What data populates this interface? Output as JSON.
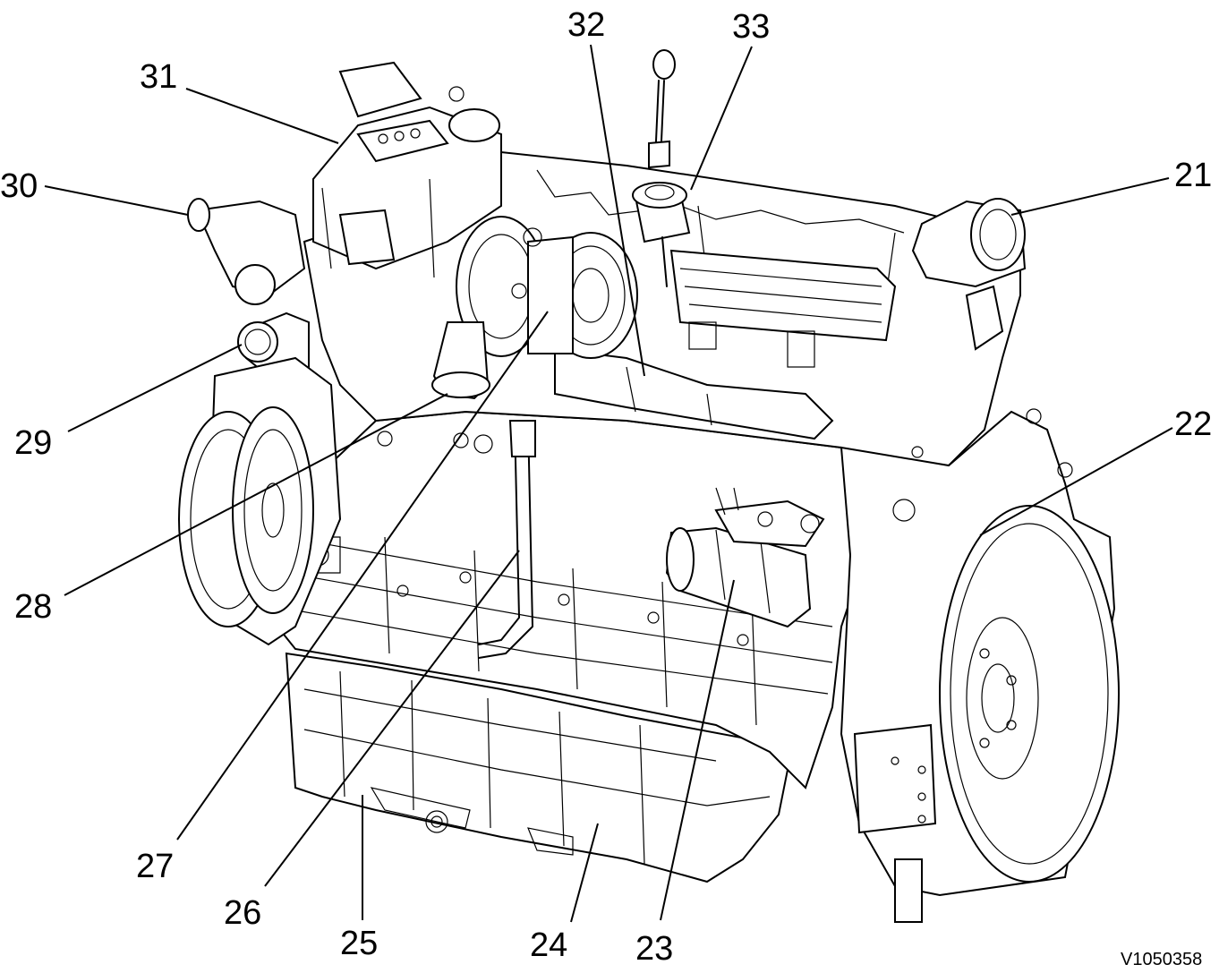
{
  "diagram": {
    "document_id": "V1050358",
    "callouts": [
      {
        "id": "21",
        "label": "21"
      },
      {
        "id": "22",
        "label": "22"
      },
      {
        "id": "23",
        "label": "23"
      },
      {
        "id": "24",
        "label": "24"
      },
      {
        "id": "25",
        "label": "25"
      },
      {
        "id": "26",
        "label": "26"
      },
      {
        "id": "27",
        "label": "27"
      },
      {
        "id": "28",
        "label": "28"
      },
      {
        "id": "29",
        "label": "29"
      },
      {
        "id": "30",
        "label": "30"
      },
      {
        "id": "31",
        "label": "31"
      },
      {
        "id": "32",
        "label": "32"
      },
      {
        "id": "33",
        "label": "33"
      }
    ]
  }
}
